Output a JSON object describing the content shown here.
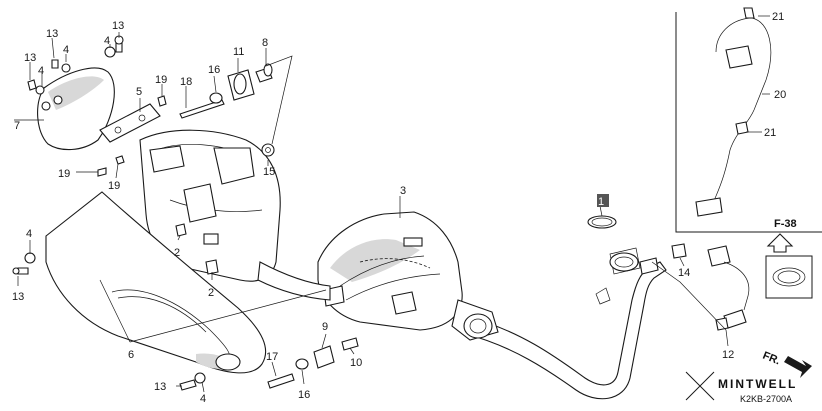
{
  "callouts": {
    "c1": "1",
    "c2a": "2",
    "c2b": "2",
    "c3": "3",
    "c4a": "4",
    "c4b": "4",
    "c4c": "4",
    "c4d": "4",
    "c5": "5",
    "c6": "6",
    "c7": "7",
    "c8": "8",
    "c9": "9",
    "c10": "10",
    "c11": "11",
    "c12": "12",
    "c13a": "13",
    "c13b": "13",
    "c13c": "13",
    "c13d": "13",
    "c13e": "13",
    "c14": "14",
    "c15": "15",
    "c16a": "16",
    "c16b": "16",
    "c17": "17",
    "c18": "18",
    "c19a": "19",
    "c19b": "19",
    "c19c": "19",
    "c20": "20",
    "c21a": "21",
    "c21b": "21"
  },
  "section_ref": "F-38",
  "front_label": "FR.",
  "diagram_code": "K2KB-2700A",
  "brand": "MINTWELL",
  "colors": {
    "ink": "#1a1a1a",
    "shading": "#d8d8d8",
    "highlight_box": "#555555"
  }
}
